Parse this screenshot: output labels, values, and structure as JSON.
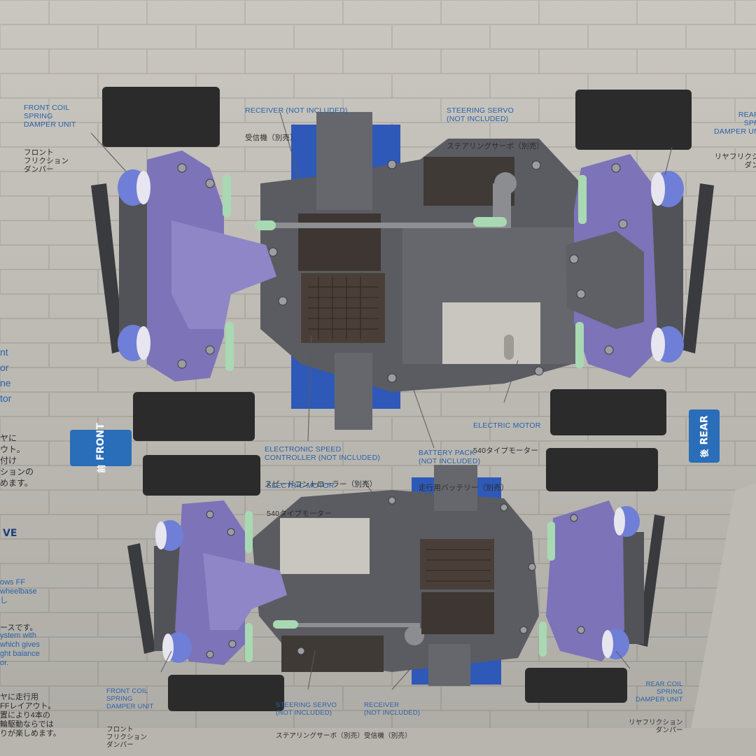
{
  "photo": {
    "colors": {
      "box_bg": "#d9d6d0",
      "brick": "#cfcbc4",
      "chassis_dark": "#4b4c50",
      "chassis_mid": "#6a6b70",
      "arm_purple": "#7d73b8",
      "shock_blue": "#6f7ed6",
      "rod_green": "#a9d9b2",
      "battery_blue": "#2f59b8",
      "tire": "#2b2b2b",
      "motor_cover": "#c9c6bf",
      "accent_blue": "#2a6db8"
    }
  },
  "labels": {
    "front_coil_top": {
      "en": "FRONT COIL\nSPRING\nDAMPER UNIT",
      "jp": "フロント\nフリクション\nダンパー"
    },
    "receiver_top": {
      "en": "RECEIVER (NOT INCLUDED)",
      "jp": "受信機（別売）"
    },
    "steering_servo_top": {
      "en": "STEERING SERVO\n(NOT INCLUDED)",
      "jp": "ステアリングサーボ（別売）"
    },
    "rear_coil_top": {
      "en": "REAR\nSPR\nDAMPER UN",
      "jp": "リヤフリクシ\nダン"
    },
    "electric_motor_top": {
      "en": "ELECTRIC MOTOR",
      "jp": "540タイプモーター"
    },
    "esc": {
      "en": "ELECTRONIC SPEED\nCONTROLLER (NOT INCLUDED)",
      "jp": "スピードコントローラー（別売）"
    },
    "battery": {
      "en": "BATTERY PACK\n(NOT INCLUDED)",
      "jp": "走行用バッテリー（別売）"
    },
    "electric_motor_bottom": {
      "en": "ELECTRIC MOTOR",
      "jp": "540タイプモーター"
    },
    "front_coil_bottom": {
      "en": "FRONT COIL\nSPRING\nDAMPER UNIT",
      "jp": "フロント\nフリクション\nダンパー"
    },
    "steering_servo_bottom": {
      "en": "STEERING SERVO\n(NOT INCLUDED)",
      "jp": "ステアリングサーボ（別売）"
    },
    "receiver_bottom": {
      "en": "RECEIVER\n(NOT INCLUDED)",
      "jp": "受信機（別売）"
    },
    "rear_coil_bottom": {
      "en": "REAR COIL\nSPRING\nDAMPER UNIT",
      "jp": "リヤフリクション\nダンパー"
    }
  },
  "badges": {
    "front": {
      "kanji": "前",
      "text": "FRONT"
    },
    "rear": {
      "kanji": "後",
      "text": "REAR"
    }
  },
  "left_text": {
    "block1_en": "nt\nor\nne\ntor",
    "block1_jp": "ヤに\nウト。\n付け\nションの\nめます。",
    "heading": "VE",
    "block2_en": "ows FF\nwheelbase\nし",
    "block2_jp": "ースです。",
    "block3_en": "ystem with\nwhich gives\nght balance\nor.",
    "block3_jp": "ヤに走行用\nFFレイアウト。\n置により4本の\n輪駆動ならでは\nりが楽しめます。"
  }
}
